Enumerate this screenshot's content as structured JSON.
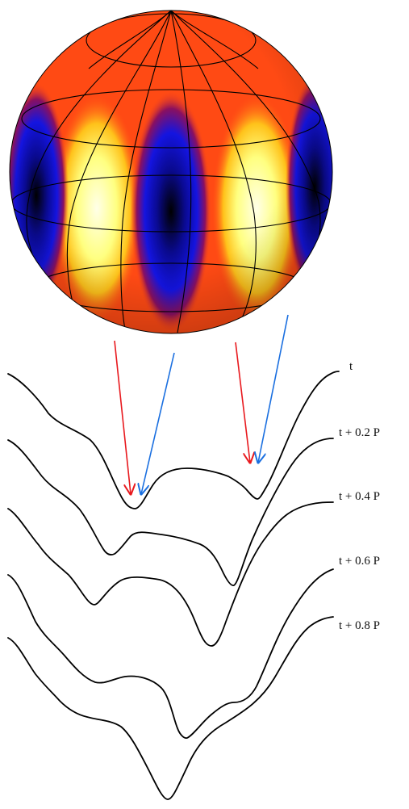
{
  "time_labels": [
    "t",
    "t + 0.2 P",
    "t + 0.4 P",
    "t + 0.6 P",
    "t + 0.8 P"
  ],
  "colors": {
    "background": "#ffffff",
    "profile_line": "#000000",
    "arrow_left": "#e8191e",
    "arrow_right": "#1a6fe0",
    "sphere_base": "#ff4a14",
    "sphere_hot": "#ffffa0",
    "sphere_cold": "#0d0dd8",
    "grid_lines": "#000000"
  }
}
